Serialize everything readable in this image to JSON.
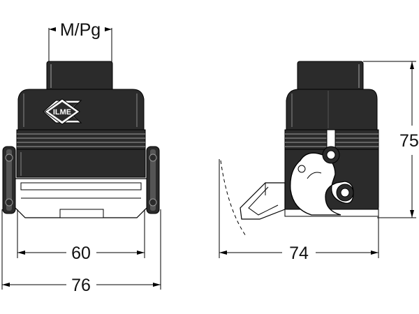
{
  "front_view": {
    "thread_label": "M/Pg",
    "logo_text": "ILME",
    "dim_inner_width": "60",
    "dim_outer_width": "76"
  },
  "side_view": {
    "dim_depth": "74",
    "dim_height": "75"
  },
  "colors": {
    "body": "#2b2b2b",
    "highlight": "#5a5a5a",
    "line": "#000000",
    "background": "#ffffff"
  }
}
